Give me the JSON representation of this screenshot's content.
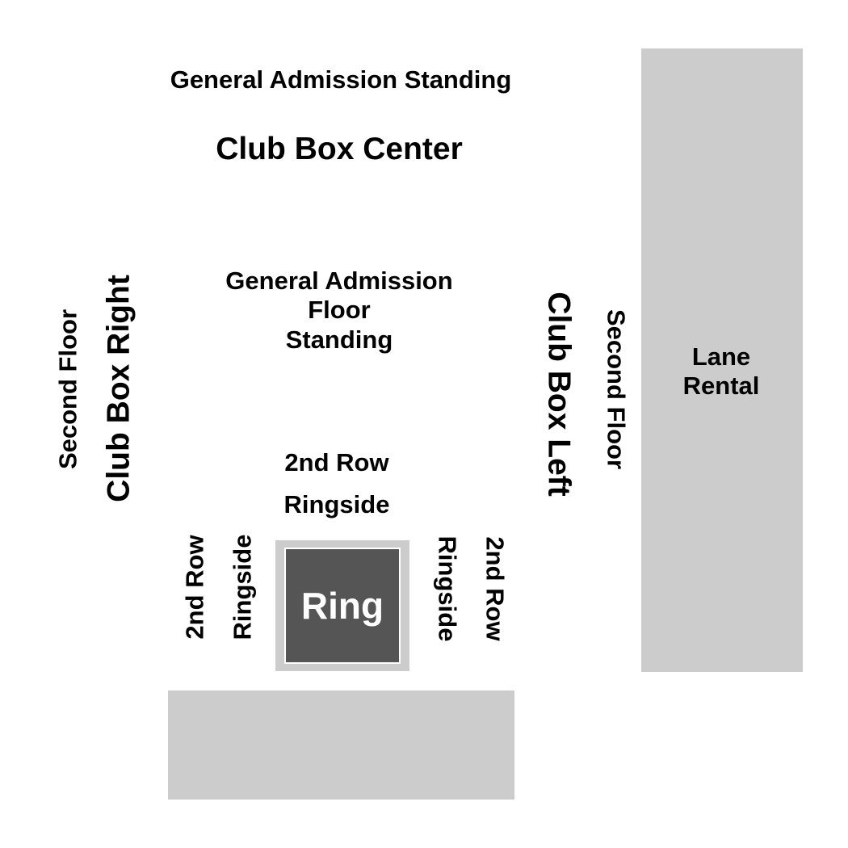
{
  "sections": {
    "general_admission_standing": "General Admission Standing",
    "club_box_center": "Club Box Center",
    "ga_floor_line1": "General Admission",
    "ga_floor_line2": "Floor",
    "ga_floor_line3": "Standing",
    "club_box_right": "Club Box Right",
    "club_box_left": "Club Box Left",
    "second_floor_left": "Second Floor",
    "second_floor_right": "Second Floor",
    "lane_rental_line1": "Lane",
    "lane_rental_line2": "Rental",
    "top_second_row": "2nd Row",
    "top_ringside": "Ringside",
    "left_second_row": "2nd Row",
    "left_ringside": "Ringside",
    "right_ringside": "Ringside",
    "right_second_row": "2nd Row",
    "ring": "Ring"
  },
  "colors": {
    "background": "#ffffff",
    "block_gray": "#cccccc",
    "ring_fill": "#555555",
    "ring_text": "#ffffff",
    "text": "#000000"
  }
}
